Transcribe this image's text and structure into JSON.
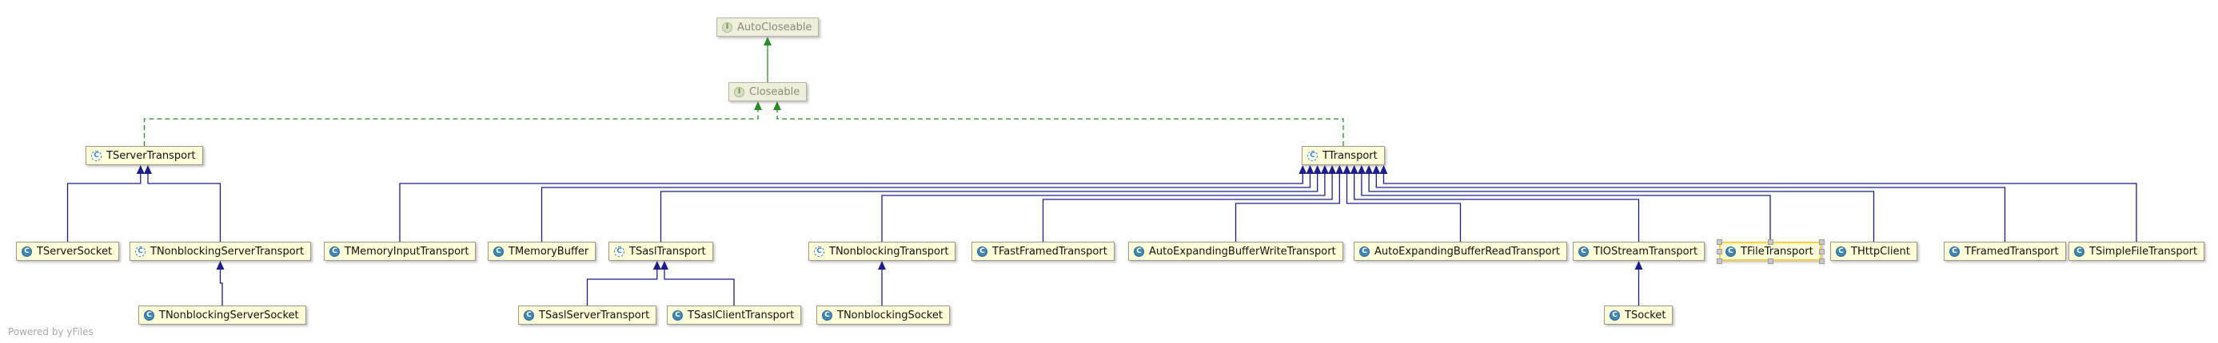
{
  "nodes": {
    "autocloseable": {
      "label": "AutoCloseable",
      "kind": "interface"
    },
    "closeable": {
      "label": "Closeable",
      "kind": "interface"
    },
    "tservertransport": {
      "label": "TServerTransport",
      "kind": "abstract-class"
    },
    "ttransport": {
      "label": "TTransport",
      "kind": "abstract-class"
    },
    "tserversocket": {
      "label": "TServerSocket",
      "kind": "class"
    },
    "tnonblockingservertransport": {
      "label": "TNonblockingServerTransport",
      "kind": "abstract-class"
    },
    "tnonblockingserversocket": {
      "label": "TNonblockingServerSocket",
      "kind": "class"
    },
    "tmemoryinputtransport": {
      "label": "TMemoryInputTransport",
      "kind": "class"
    },
    "tmemorybuffer": {
      "label": "TMemoryBuffer",
      "kind": "class"
    },
    "tsasltransport": {
      "label": "TSaslTransport",
      "kind": "abstract-class"
    },
    "tsaslservertransport": {
      "label": "TSaslServerTransport",
      "kind": "class"
    },
    "tsaslclienttransport": {
      "label": "TSaslClientTransport",
      "kind": "class"
    },
    "tnonblockingtransport": {
      "label": "TNonblockingTransport",
      "kind": "abstract-class"
    },
    "tnonblockingsocket": {
      "label": "TNonblockingSocket",
      "kind": "class"
    },
    "tfastframedtransport": {
      "label": "TFastFramedTransport",
      "kind": "class"
    },
    "autoexpandingbufferwritetransport": {
      "label": "AutoExpandingBufferWriteTransport",
      "kind": "class"
    },
    "autoexpandingbufferreadtransport": {
      "label": "AutoExpandingBufferReadTransport",
      "kind": "class"
    },
    "tiostreamtransport": {
      "label": "TIOStreamTransport",
      "kind": "class"
    },
    "tsocket": {
      "label": "TSocket",
      "kind": "class"
    },
    "tfiletransport": {
      "label": "TFileTransport",
      "kind": "class",
      "selected": true
    },
    "thttpclient": {
      "label": "THttpClient",
      "kind": "class"
    },
    "tframedtransport": {
      "label": "TFramedTransport",
      "kind": "class"
    },
    "tsimplefiletransport": {
      "label": "TSimpleFileTransport",
      "kind": "class"
    }
  },
  "edges": [
    {
      "from": "closeable",
      "to": "autocloseable",
      "type": "extends-interface"
    },
    {
      "from": "tservertransport",
      "to": "closeable",
      "type": "implements"
    },
    {
      "from": "ttransport",
      "to": "closeable",
      "type": "implements"
    },
    {
      "from": "tserversocket",
      "to": "tservertransport",
      "type": "extends"
    },
    {
      "from": "tnonblockingservertransport",
      "to": "tservertransport",
      "type": "extends"
    },
    {
      "from": "tnonblockingserversocket",
      "to": "tnonblockingservertransport",
      "type": "extends"
    },
    {
      "from": "tmemoryinputtransport",
      "to": "ttransport",
      "type": "extends"
    },
    {
      "from": "tmemorybuffer",
      "to": "ttransport",
      "type": "extends"
    },
    {
      "from": "tsasltransport",
      "to": "ttransport",
      "type": "extends"
    },
    {
      "from": "tnonblockingtransport",
      "to": "ttransport",
      "type": "extends"
    },
    {
      "from": "tfastframedtransport",
      "to": "ttransport",
      "type": "extends"
    },
    {
      "from": "autoexpandingbufferwritetransport",
      "to": "ttransport",
      "type": "extends"
    },
    {
      "from": "autoexpandingbufferreadtransport",
      "to": "ttransport",
      "type": "extends"
    },
    {
      "from": "tiostreamtransport",
      "to": "ttransport",
      "type": "extends"
    },
    {
      "from": "tfiletransport",
      "to": "ttransport",
      "type": "extends"
    },
    {
      "from": "thttpclient",
      "to": "ttransport",
      "type": "extends"
    },
    {
      "from": "tframedtransport",
      "to": "ttransport",
      "type": "extends"
    },
    {
      "from": "tsimplefiletransport",
      "to": "ttransport",
      "type": "extends"
    },
    {
      "from": "tsaslservertransport",
      "to": "tsasltransport",
      "type": "extends"
    },
    {
      "from": "tsaslclienttransport",
      "to": "tsasltransport",
      "type": "extends"
    },
    {
      "from": "tnonblockingsocket",
      "to": "tnonblockingtransport",
      "type": "extends"
    },
    {
      "from": "tsocket",
      "to": "tiostreamtransport",
      "type": "extends"
    }
  ],
  "colors": {
    "extends": "#1c1c8a",
    "implements": "#2a8a2a",
    "node_fill": "#fefed8",
    "interface_fill": "#eeeedd",
    "selection": "#ffd23c"
  },
  "footer": {
    "text": "Powered by yFiles"
  }
}
